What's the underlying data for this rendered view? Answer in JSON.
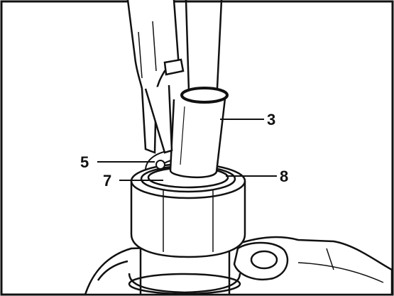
{
  "diagram": {
    "ink_color": "#111111",
    "paper_color": "#ffffff",
    "callouts": [
      {
        "id": "3",
        "label": "3"
      },
      {
        "id": "5",
        "label": "5"
      },
      {
        "id": "7",
        "label": "7"
      },
      {
        "id": "8",
        "label": "8"
      }
    ]
  }
}
